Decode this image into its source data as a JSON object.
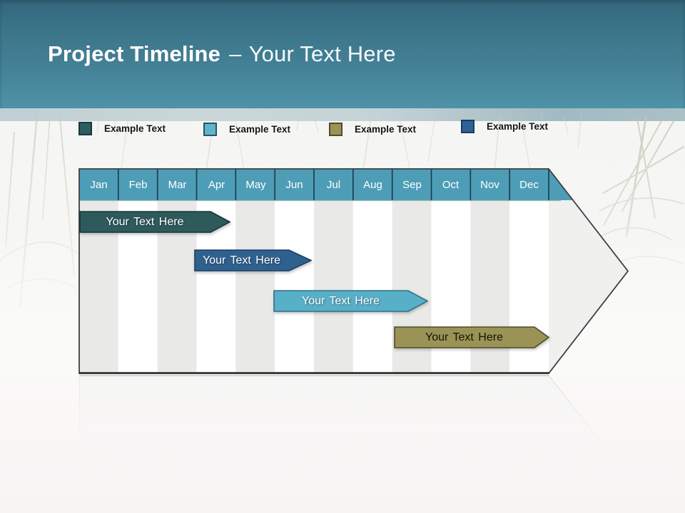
{
  "slide": {
    "title": {
      "bold": "Project Timeline",
      "separator": "–",
      "regular": "Your Text Here"
    }
  },
  "legend": {
    "items": [
      {
        "label": "Example Text",
        "color": "#2F5C5E",
        "border": "#17393C"
      },
      {
        "label": "Example Text",
        "color": "#5FB5CD",
        "border": "#2A5560"
      },
      {
        "label": "Example Text",
        "color": "#9A9355",
        "border": "#4F4B29"
      },
      {
        "label": "Example Text",
        "color": "#2F6296",
        "border": "#1B3C5E"
      }
    ]
  },
  "timeline": {
    "months": [
      "Jan",
      "Feb",
      "Mar",
      "Apr",
      "May",
      "Jun",
      "Jul",
      "Aug",
      "Sep",
      "Oct",
      "Nov",
      "Dec"
    ],
    "header_color": "#4E9DB6",
    "bars": [
      {
        "label": "Your Text Here",
        "color": "#2E5A5C",
        "border": "#143638",
        "text": "white",
        "start": "Jan",
        "end": "Mar"
      },
      {
        "label": "Your Text Here",
        "color": "#2F618F",
        "border": "#1B3F63",
        "text": "white",
        "start": "Apr",
        "end": "Jun"
      },
      {
        "label": "Your Text Here",
        "color": "#58AFC8",
        "border": "#2F7189",
        "text": "white",
        "start": "Jun",
        "end": "Sep"
      },
      {
        "label": "Your Text Here",
        "color": "#9A9355",
        "border": "#4F4B29",
        "text": "dark",
        "start": "Sep",
        "end": "Dec"
      }
    ]
  }
}
